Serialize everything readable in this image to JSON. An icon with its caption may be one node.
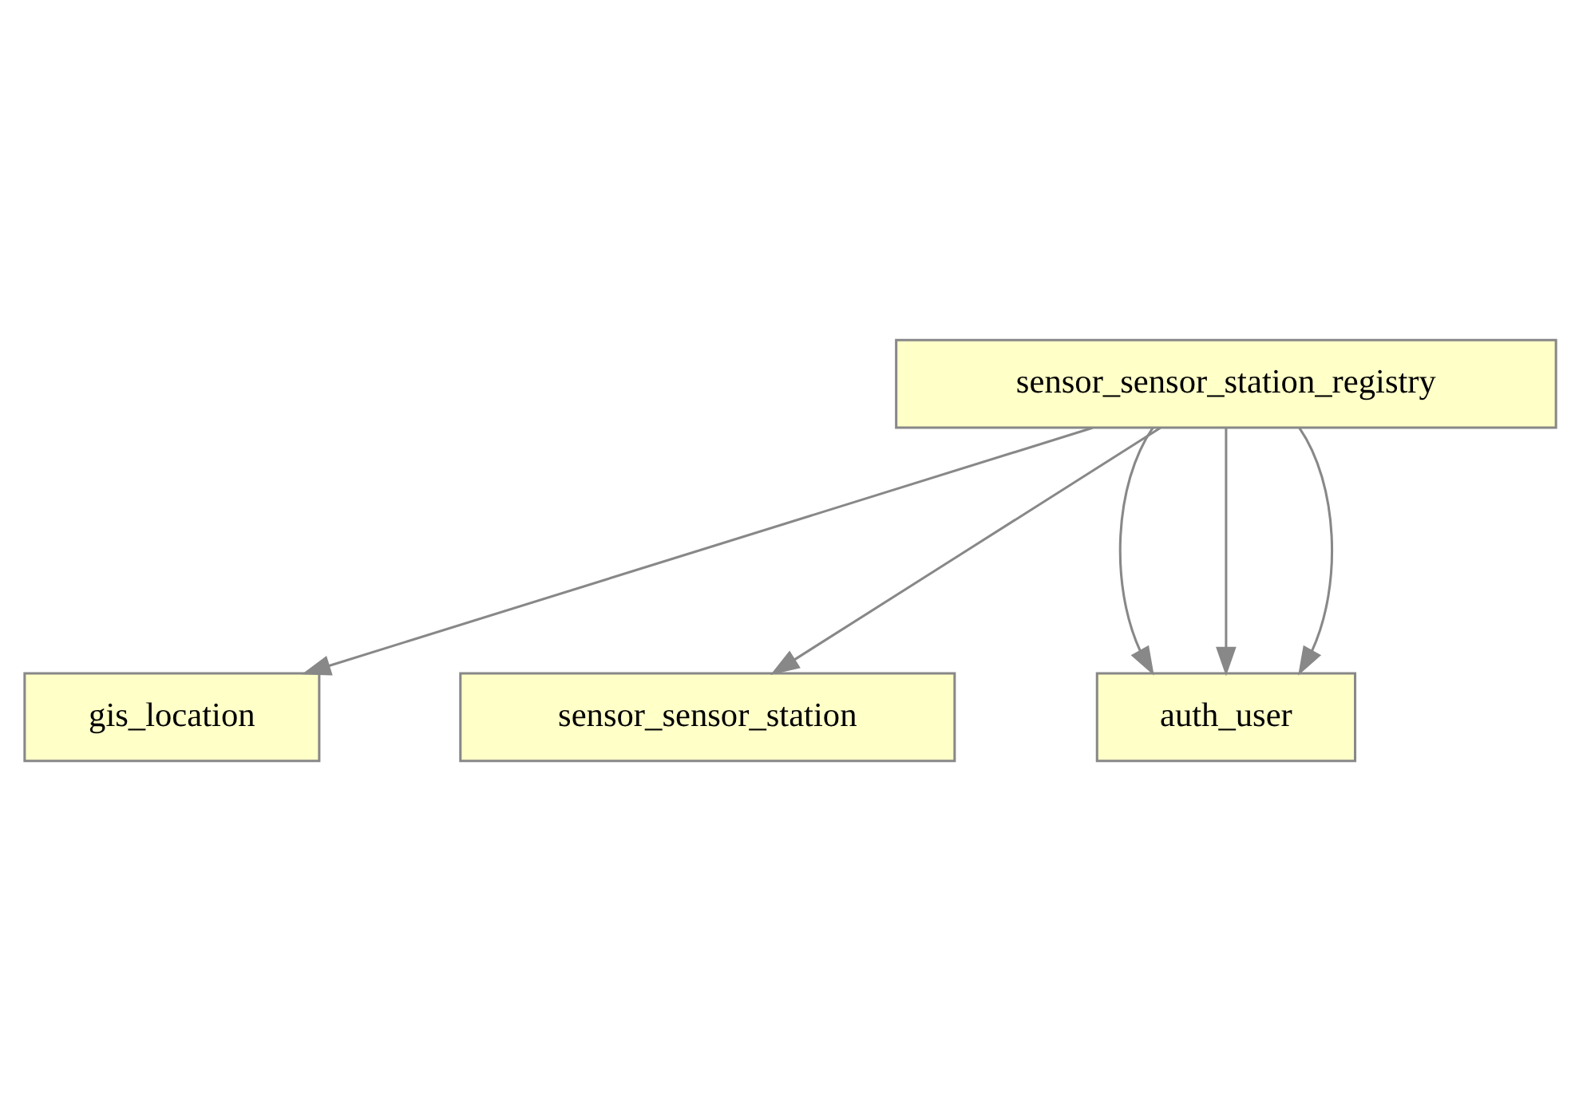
{
  "diagram": {
    "nodes": [
      {
        "text": [
          "gis_location"
        ]
      },
      {
        "text": [
          "sensor_sensor_station"
        ]
      },
      {
        "text": [
          "sensor_sensor_station_registry"
        ]
      },
      {
        "text": [
          "auth_user"
        ]
      }
    ],
    "edges": [
      {
        "from": 2,
        "to": 1,
        "arrow": "to"
      },
      {
        "from": 2,
        "to": 0,
        "arrow": "to"
      },
      {
        "from": 2,
        "to": 3,
        "arrow": "to"
      },
      {
        "from": 2,
        "to": 3,
        "arrow": "to"
      },
      {
        "from": 2,
        "to": 3,
        "arrow": "to"
      }
    ]
  }
}
